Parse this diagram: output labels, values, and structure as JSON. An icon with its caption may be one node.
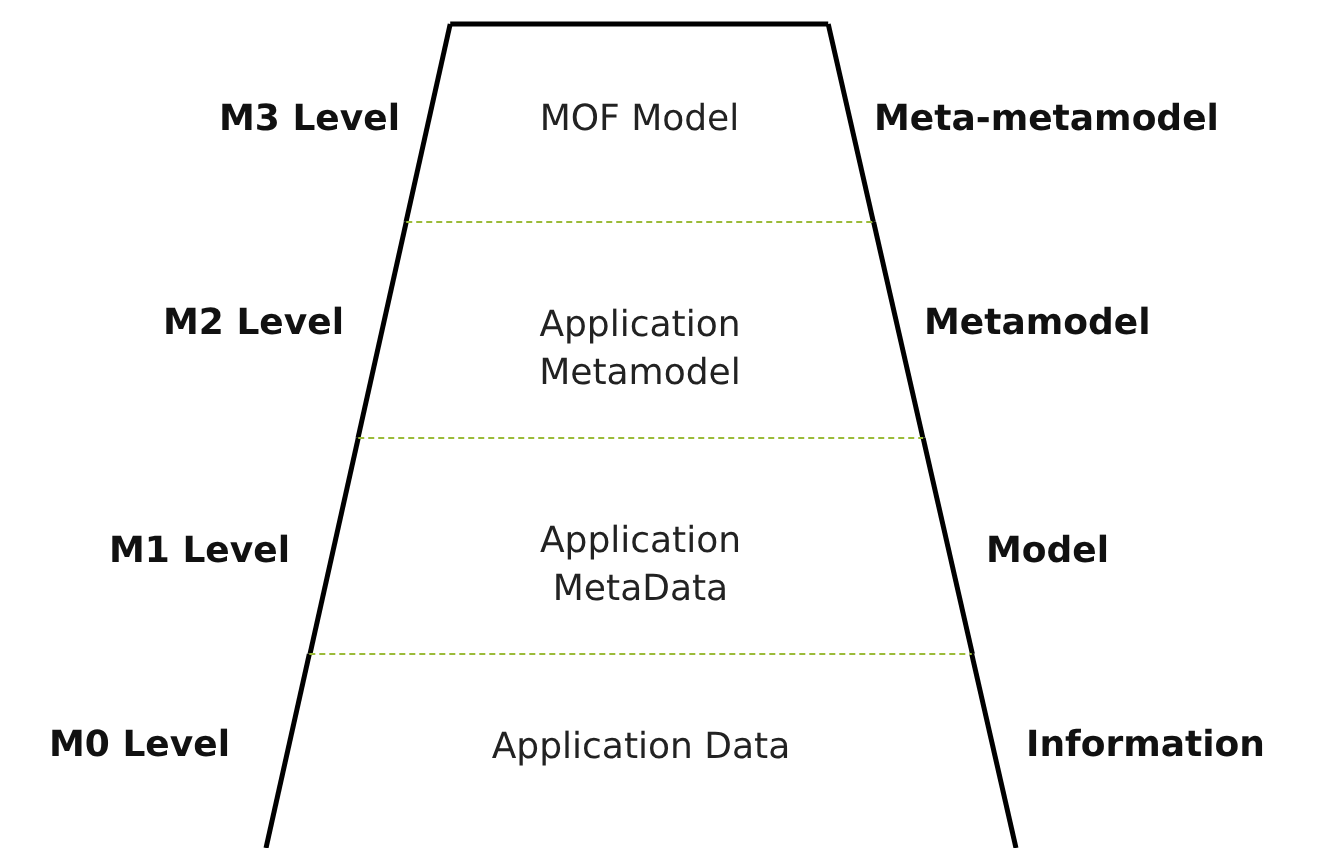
{
  "diagram": {
    "nodes": [
      {
        "text": [
          "MOF Model"
        ],
        "beside": [
          "M3 Level",
          "Meta-metamodel"
        ]
      },
      {
        "text": [
          "Application Metamodel"
        ],
        "beside": [
          "M2 Level",
          "Metamodel"
        ]
      },
      {
        "text": [
          "Application MetaData"
        ],
        "beside": [
          "M1 Level",
          "Model"
        ]
      },
      {
        "text": [
          "Application Data"
        ],
        "beside": [
          "M0 Level",
          "Information"
        ]
      }
    ]
  }
}
